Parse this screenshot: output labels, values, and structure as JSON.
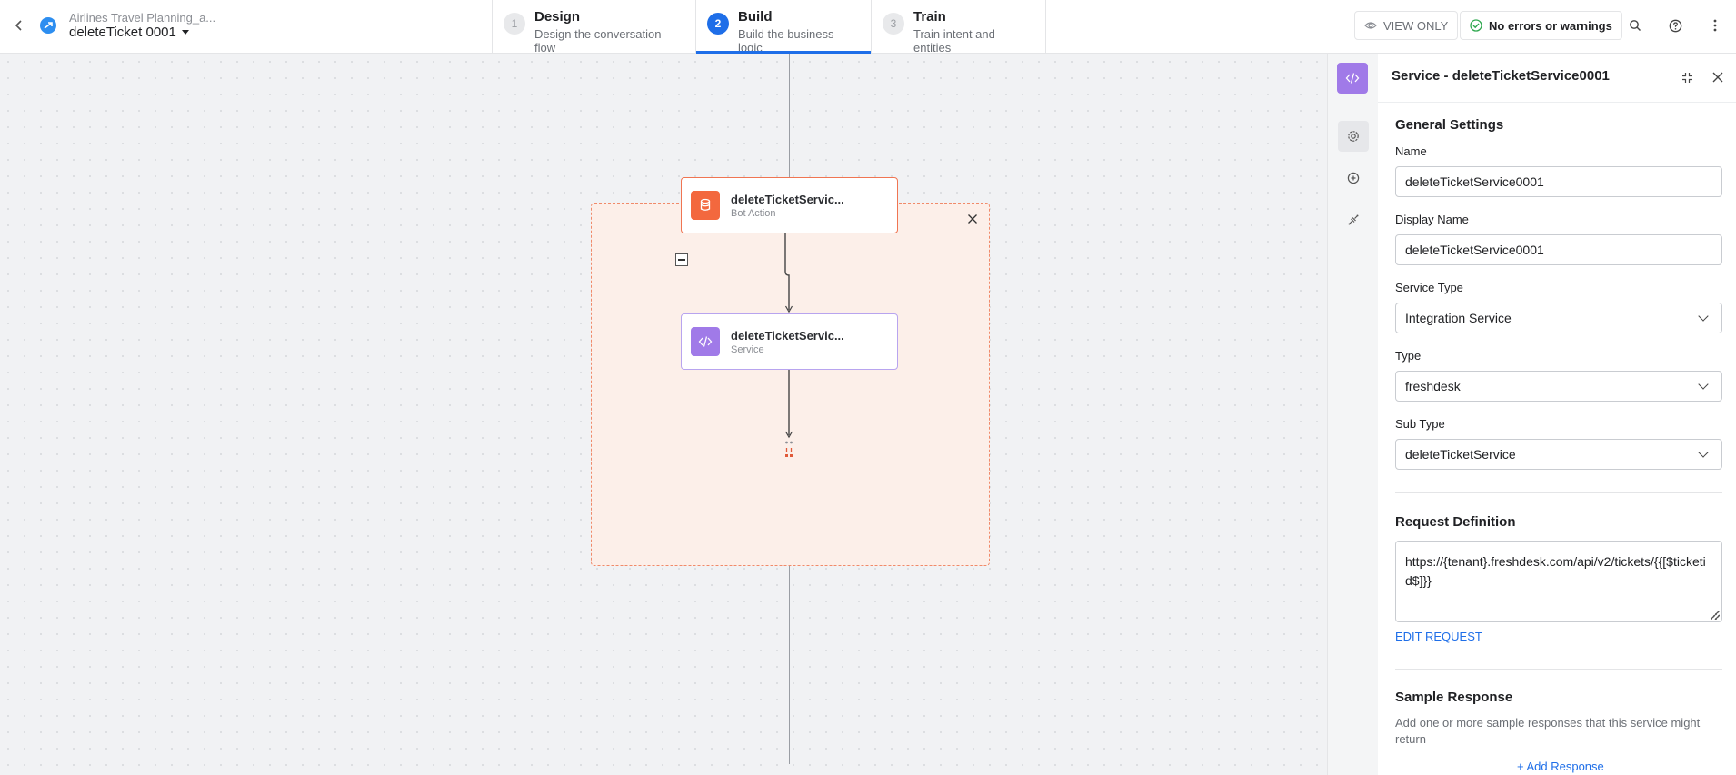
{
  "header": {
    "app_subtitle": "Airlines Travel Planning_a...",
    "app_title": "deleteTicket 0001",
    "steps": [
      {
        "num": "1",
        "title": "Design",
        "desc": "Design the conversation flow"
      },
      {
        "num": "2",
        "title": "Build",
        "desc": "Build the business logic"
      },
      {
        "num": "3",
        "title": "Train",
        "desc": "Train intent and entities"
      }
    ],
    "view_only_label": "VIEW ONLY",
    "status_label": "No errors or warnings"
  },
  "canvas": {
    "bot_node": {
      "title": "deleteTicketServic...",
      "subtitle": "Bot Action"
    },
    "service_node": {
      "title": "deleteTicketServic...",
      "subtitle": "Service"
    }
  },
  "panel": {
    "title": "Service - deleteTicketService0001",
    "general_settings": "General Settings",
    "name_label": "Name",
    "name_value": "deleteTicketService0001",
    "display_name_label": "Display Name",
    "display_name_value": "deleteTicketService0001",
    "service_type_label": "Service Type",
    "service_type_value": "Integration Service",
    "type_label": "Type",
    "type_value": "freshdesk",
    "sub_type_label": "Sub Type",
    "sub_type_value": "deleteTicketService",
    "request_definition": "Request Definition",
    "request_url": "https://{tenant}.freshdesk.com/api/v2/tickets/{{[$ticketid$]}}",
    "edit_request": "EDIT REQUEST",
    "sample_response": "Sample Response",
    "sample_response_help": "Add one or more sample responses that this service might return",
    "add_response": "+ Add Response"
  },
  "colors": {
    "accent": "#1e6ee8",
    "bot_action": "#f3683e",
    "service": "#a07ae8",
    "group_bg": "#fcefe9",
    "success": "#2fa84f"
  }
}
